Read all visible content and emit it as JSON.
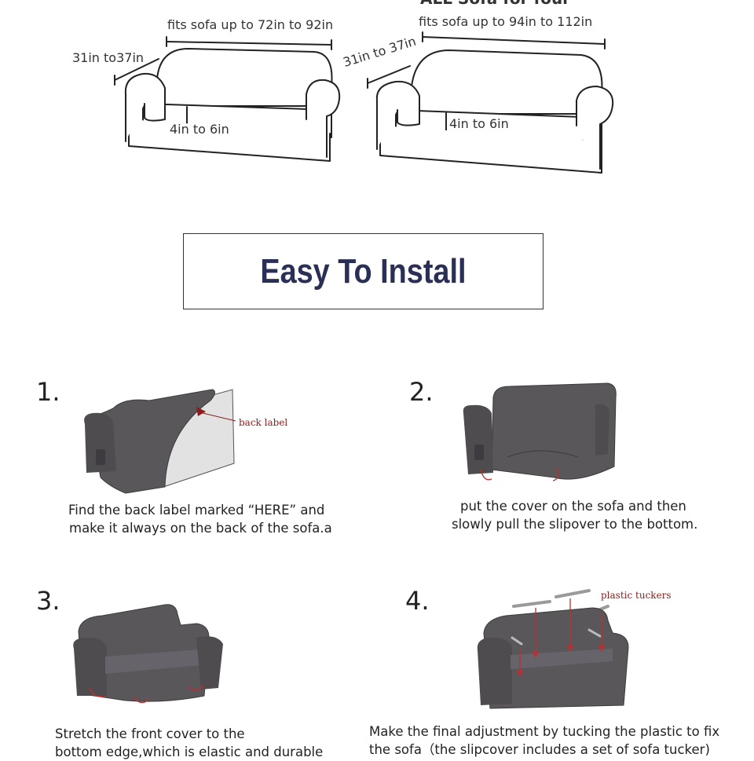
{
  "size_diagrams": {
    "top_cut_text": "ALL Sofa for four",
    "sofa_a": {
      "width_label": "fits sofa up to 72in to 92in",
      "depth_label": "31in to37in",
      "cushion_label": "4in to 6in"
    },
    "sofa_b": {
      "width_label": "fits sofa up to 94in to 112in",
      "depth_label": "31in to 37in",
      "cushion_label": "4in to 6in"
    }
  },
  "title": "Easy To Install",
  "steps": [
    {
      "number": "1.",
      "annotation": "back label",
      "caption_lines": [
        "Find the back label marked “HERE” and",
        "make it always on the back of the sofa.a"
      ]
    },
    {
      "number": "2.",
      "caption_lines": [
        "put the cover on the sofa and then",
        "slowly pull the slipover to the bottom."
      ]
    },
    {
      "number": "3.",
      "caption_lines": [
        "Stretch the front cover to the",
        "bottom edge,which is elastic and durable"
      ]
    },
    {
      "number": "4.",
      "annotation": "plastic tuckers",
      "caption_lines": [
        "Make the final adjustment by tucking the plastic to fix",
        "the sofa（the slipcover includes a set of sofa tucker)"
      ]
    }
  ],
  "colors": {
    "title": "#2a2f55",
    "sofa_cover": "#5a575b",
    "annotation_red": "#8b1d1d"
  }
}
